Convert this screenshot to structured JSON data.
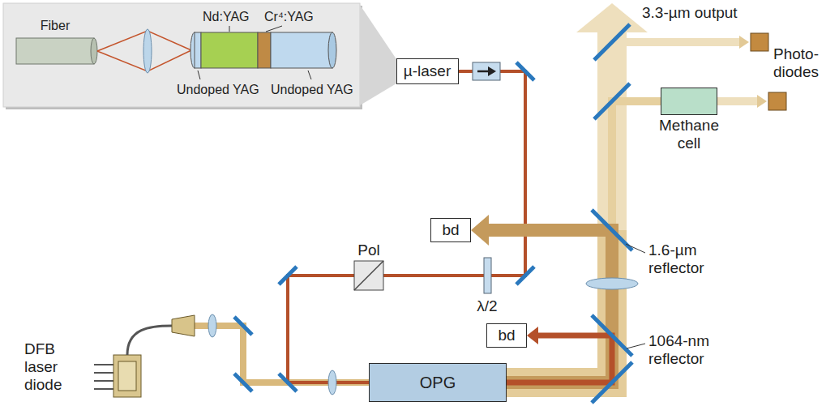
{
  "diagram": {
    "nodes": [
      {
        "text": [
          "µ-laser"
        ]
      },
      {
        "text": [
          "Methane cell"
        ]
      },
      {
        "text": [
          "bd"
        ]
      },
      {
        "text": [
          "bd"
        ]
      },
      {
        "text": [
          "OPG"
        ]
      }
    ],
    "edges": [
      {
        "from": 0,
        "to": 4,
        "arrow": "none"
      },
      {
        "from": 4,
        "to": 1,
        "arrow": "none"
      },
      {
        "from": 4,
        "to": 2,
        "arrow": "to"
      },
      {
        "from": 4,
        "to": 3,
        "arrow": "to"
      }
    ],
    "labels": [
      "3.3-µm output",
      "Photo- diodes",
      "Fiber",
      "Nd:YAG",
      "Cr⁴:YAG",
      "Undoped YAG",
      "Undoped YAG",
      "Pol",
      "λ/2",
      "1.6-µm reflector",
      "1064-nm reflector",
      "DFB laser diode"
    ]
  }
}
